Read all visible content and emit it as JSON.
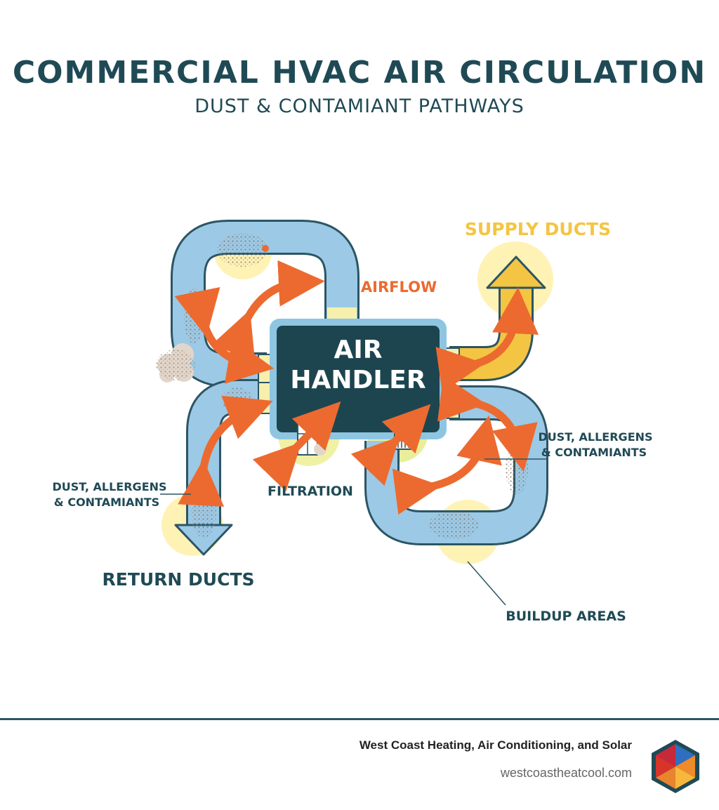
{
  "title": "COMMERCIAL HVAC AIR CIRCULATION",
  "subtitle": "DUST & CONTAMIANT PATHWAYS",
  "labels": {
    "air_handler_line1": "AIR",
    "air_handler_line2": "HANDLER",
    "airflow": "AIRFLOW",
    "supply_ducts": "SUPPLY DUCTS",
    "return_ducts": "RETURN DUCTS",
    "filtration": "FILTRATION",
    "buildup_areas": "BUILDUP AREAS",
    "dust_left_line1": "DUST, ALLERGENS",
    "dust_left_line2": "& CONTAMIANTS",
    "dust_right_line1": "DUST, ALLERGENS",
    "dust_right_line2": "& CONTAMIANTS"
  },
  "footer": {
    "company": "West Coast Heating, Air Conditioning, and Solar",
    "website": "westcoastheatcool.com"
  },
  "colors": {
    "title": "#1f4a55",
    "duct_fill": "#9cc9e6",
    "duct_stroke": "#2c5564",
    "handler": "#1d4550",
    "arrow": "#ec6a2f",
    "supply": "#f4c542",
    "highlight": "#fff0a8",
    "dust": "#8f7f6e"
  },
  "icons": [
    "filter-icon",
    "air-filter-icon",
    "dust-cloud-icon",
    "company-logo-icon"
  ]
}
